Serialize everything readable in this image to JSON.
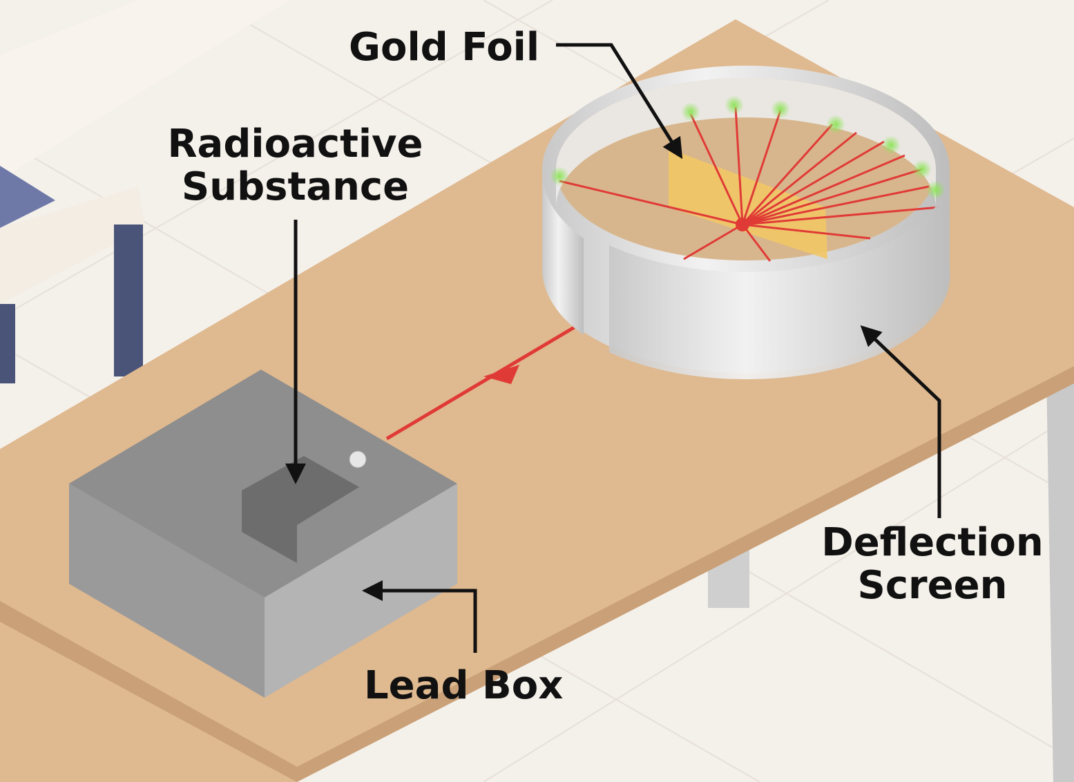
{
  "labels": {
    "gold_foil": "Gold Foil",
    "radioactive_substance_line1": "Radioactive",
    "radioactive_substance_line2": "Substance",
    "deflection_screen_line1": "Deflection",
    "deflection_screen_line2": "Screen",
    "lead_box": "Lead Box"
  },
  "colors": {
    "table": "#dfb98f",
    "beam": "#e03a36",
    "lead_box": "#8e8e8e",
    "gold_foil": "#f2c766",
    "screen": "#d9d9d9",
    "hit_glow": "#8fe35a"
  }
}
